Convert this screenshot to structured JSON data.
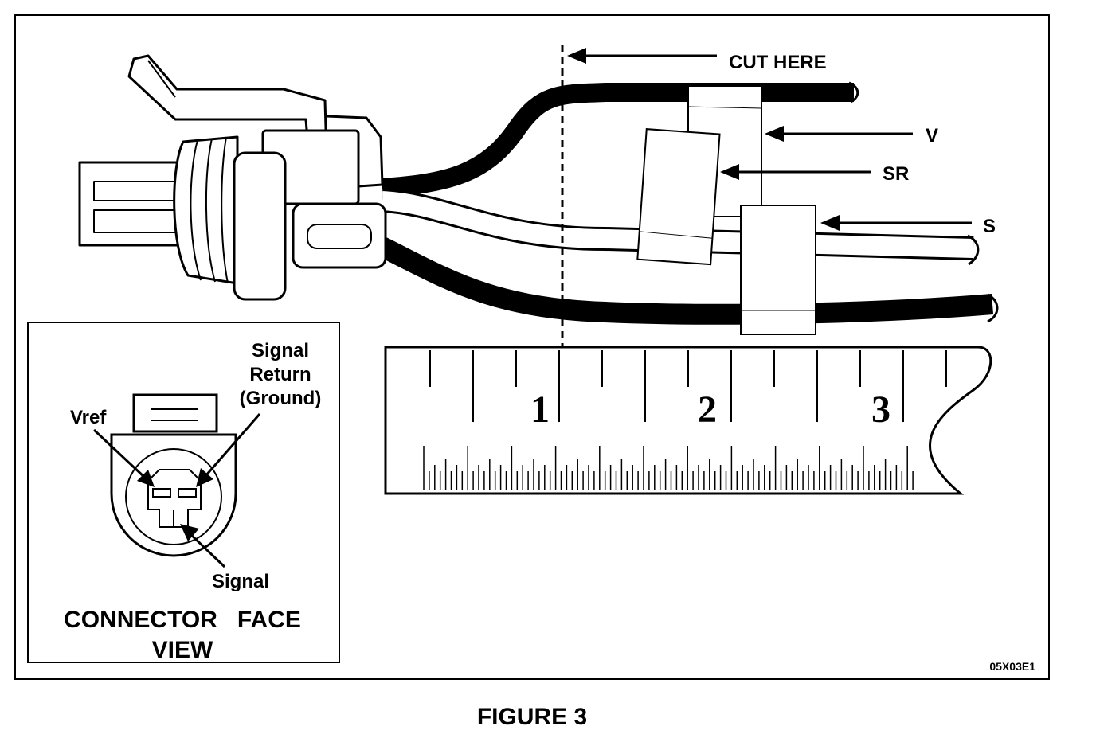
{
  "callouts": {
    "cut_here": "CUT HERE",
    "v": "V",
    "sr": "SR",
    "s": "S"
  },
  "ruler": {
    "numbers": [
      "1",
      "2",
      "3"
    ]
  },
  "inset": {
    "signal_return_line1": "Signal",
    "signal_return_line2": "Return",
    "signal_return_line3": "(Ground)",
    "vref": "Vref",
    "signal": "Signal",
    "title_line1": "CONNECTOR   FACE",
    "title_line2": "VIEW"
  },
  "figure_code": "05X03E1",
  "caption": "FIGURE 3"
}
